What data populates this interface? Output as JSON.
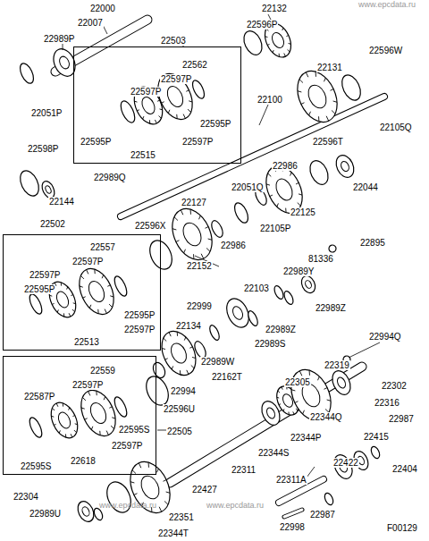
{
  "diagram": {
    "nodes": [
      {
        "text": [
          "22503",
          "22562",
          "22597P",
          "22597P",
          "22595P",
          "22595P",
          "22597P",
          "22515"
        ]
      },
      {
        "text": [
          "22502",
          "22557",
          "22597P",
          "22597P",
          "22595P",
          "22595P",
          "22597P",
          "22513"
        ]
      },
      {
        "text": [
          "22505",
          "22559",
          "22597P",
          "22587P",
          "22595S",
          "22597P",
          "22595S",
          "22618"
        ]
      }
    ],
    "edges": [],
    "labels": [
      "22000",
      "22007",
      "22989P",
      "22051P",
      "22132",
      "22596P",
      "22131",
      "22596W",
      "22100",
      "22105Q",
      "22596T",
      "22986",
      "22044",
      "22125",
      "22051Q",
      "22105P",
      "22598P",
      "22989Q",
      "22144",
      "22127",
      "22596X",
      "22986",
      "22152",
      "22895",
      "81336",
      "22989Y",
      "22989Z",
      "22103",
      "22999",
      "22989Z",
      "22134",
      "22989S",
      "22989W",
      "22162T",
      "22994Q",
      "22994",
      "22596U",
      "22319",
      "22305",
      "22302",
      "22316",
      "22344Q",
      "22344P",
      "22344S",
      "22987",
      "22415",
      "22404",
      "22422",
      "22311A",
      "22987",
      "22311",
      "22427",
      "22304",
      "22989U",
      "22351",
      "22344T",
      "22998",
      "F00129",
      "www.epcdata.ru",
      "www.epcdata.ru",
      "www.epcdata.ru"
    ]
  }
}
